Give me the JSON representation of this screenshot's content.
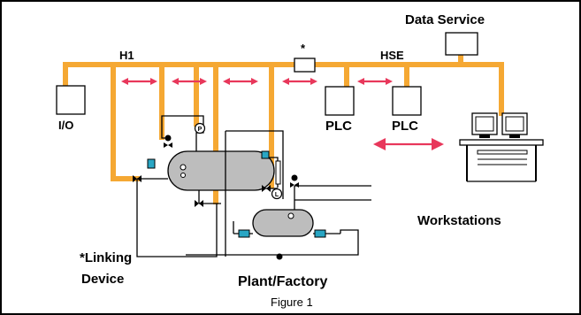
{
  "labels": {
    "data_service": "Data Service",
    "h1": "H1",
    "asterisk": "*",
    "hse": "HSE",
    "io": "I/O",
    "plc_1": "PLC",
    "plc_2": "PLC",
    "workstations": "Workstations",
    "linking_device_line1": "*Linking",
    "linking_device_line2": "Device",
    "plant_factory": "Plant/Factory",
    "figure_caption": "Figure 1",
    "valve_p": "P",
    "valve_l": "L"
  },
  "colors": {
    "fieldbus": "#F5A833",
    "arrows": "#E8375B",
    "connector": "#29A6C4",
    "outline": "#000000"
  }
}
